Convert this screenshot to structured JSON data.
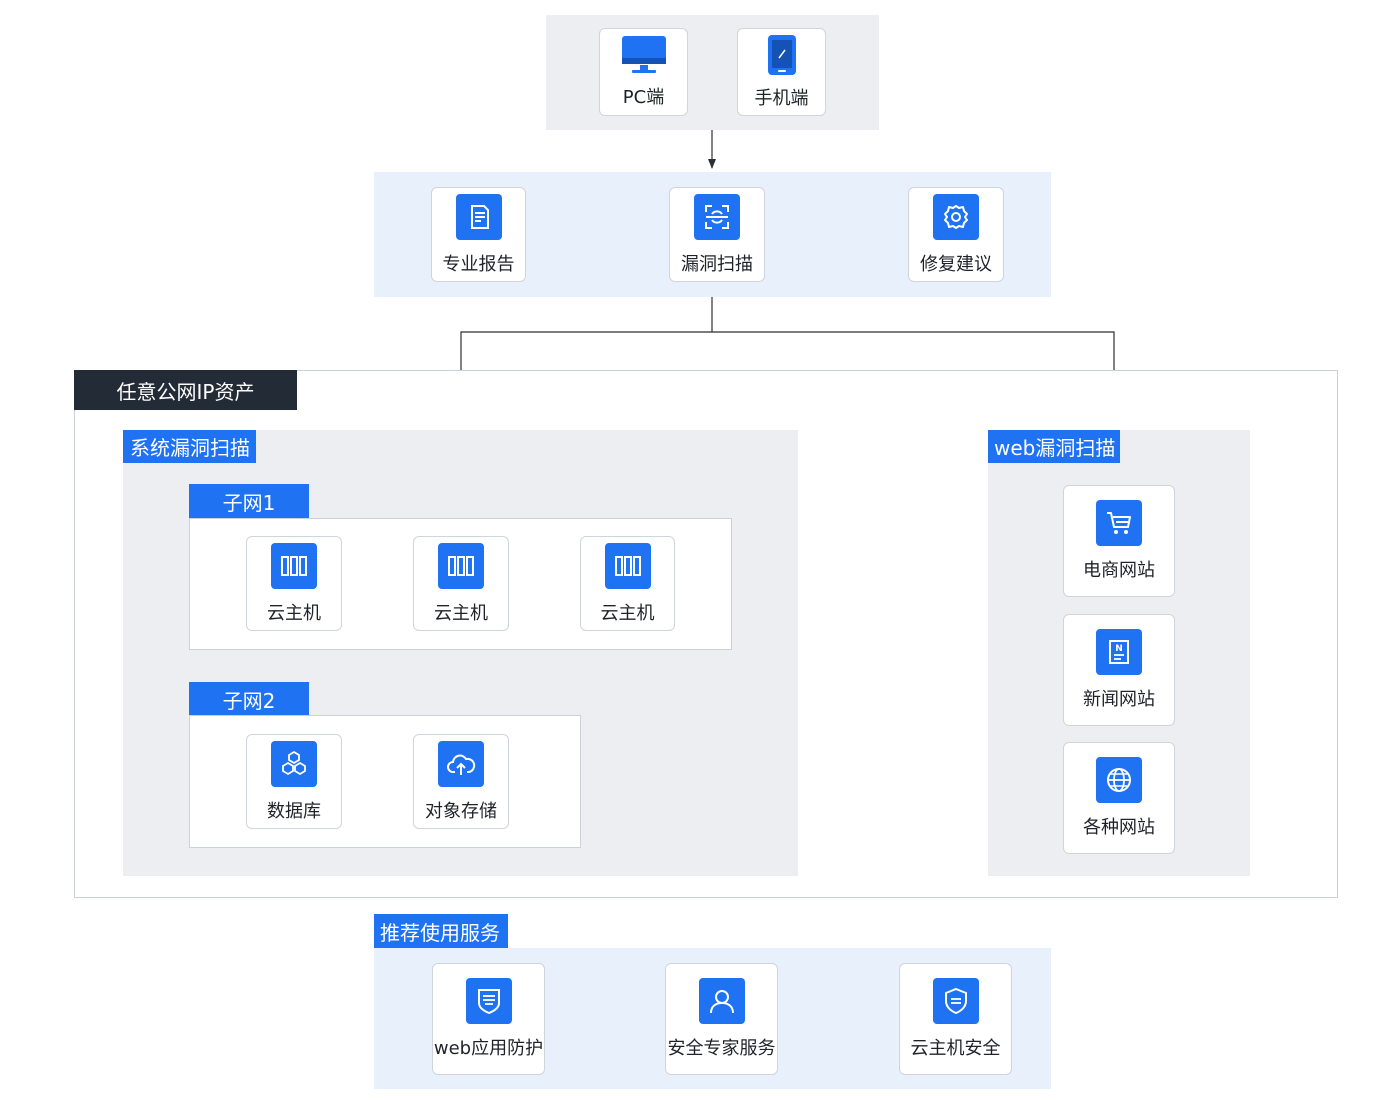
{
  "devices": {
    "pc_label": "PC端",
    "mobile_label": "手机端"
  },
  "scan": {
    "report_label": "专业报告",
    "scan_label": "漏洞扫描",
    "fix_label": "修复建议"
  },
  "assets": {
    "title": "任意公网IP资产",
    "system_scan": {
      "title": "系统漏洞扫描",
      "subnet1": {
        "title": "子网1",
        "hosts": [
          "云主机",
          "云主机",
          "云主机"
        ]
      },
      "subnet2": {
        "title": "子网2",
        "items": [
          "数据库",
          "对象存储"
        ]
      }
    },
    "web_scan": {
      "title": "web漏洞扫描",
      "sites": [
        "电商网站",
        "新闻网站",
        "各种网站"
      ]
    }
  },
  "recommended": {
    "title": "推荐使用服务",
    "services": [
      "web应用防护",
      "安全专家服务",
      "云主机安全"
    ]
  },
  "colors": {
    "accent": "#1f72f2",
    "dark_tag": "#232b36",
    "gray_panel": "#eceef2",
    "blue_panel": "#e8f0fc",
    "connector": "#2b2f36"
  },
  "icons": {
    "pc": "monitor-icon",
    "mobile": "smartphone-icon",
    "report": "document-icon",
    "scan": "scan-icon",
    "fix": "gear-icon",
    "host": "server-icon",
    "database": "database-cubes-icon",
    "storage": "cloud-upload-icon",
    "ecommerce": "shopping-cart-icon",
    "news": "newspaper-icon",
    "general": "globe-icon",
    "waf": "firewall-shield-icon",
    "expert": "user-icon",
    "host_security": "shield-icon"
  }
}
